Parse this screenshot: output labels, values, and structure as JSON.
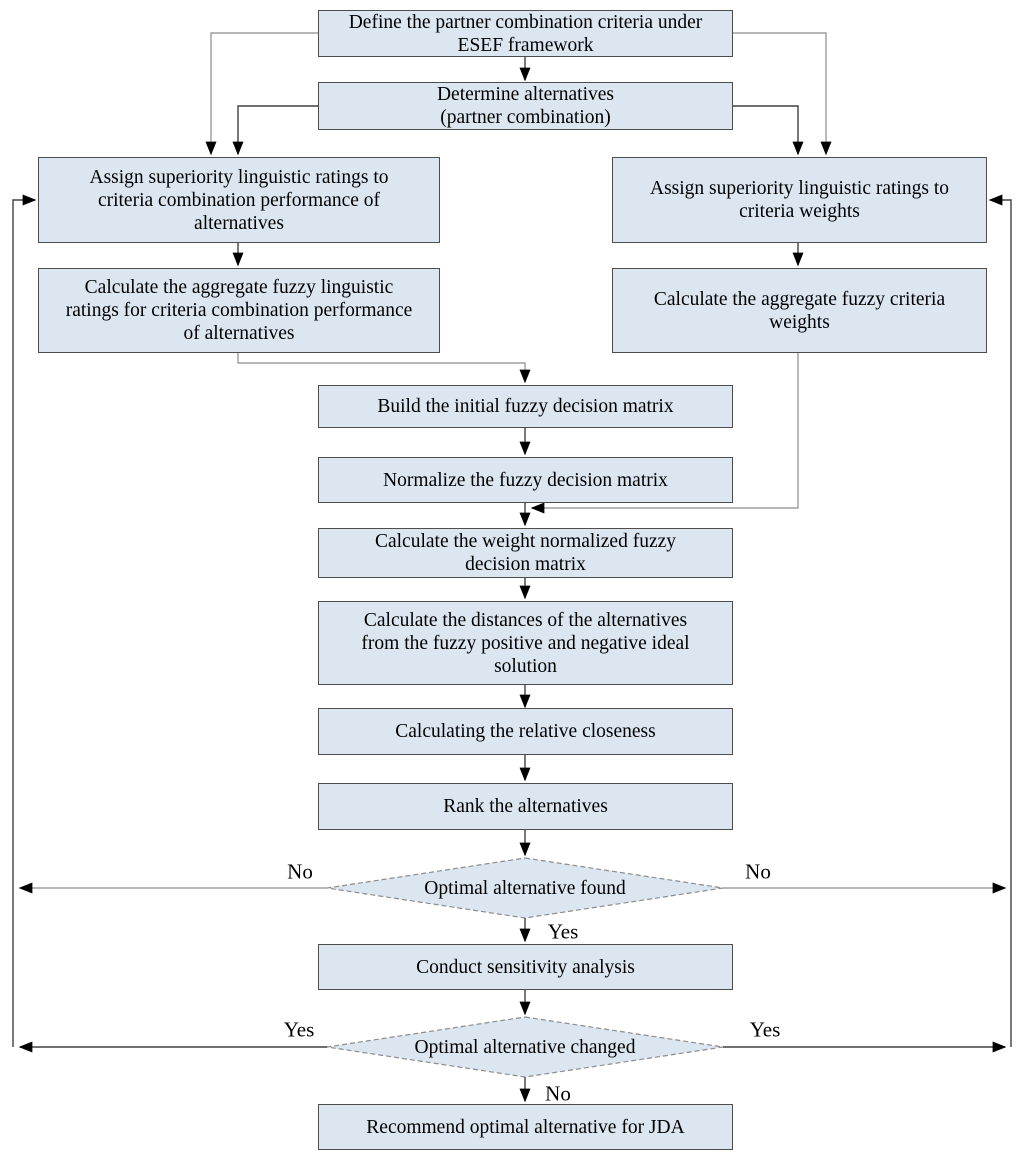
{
  "colors": {
    "box_fill": "#dce6f1",
    "box_border": "#4d4d4d",
    "line_dark": "#404040",
    "line_gray": "#8c8c8c",
    "arrow": "#000000"
  },
  "flowchart": {
    "nodes": {
      "define": {
        "label": "Define the partner combination criteria under\nESEF framework"
      },
      "determine": {
        "label": "Determine alternatives\n(partner combination)"
      },
      "assign_left": {
        "label": "Assign superiority linguistic ratings to\ncriteria combination performance of\nalternatives"
      },
      "assign_right": {
        "label": "Assign superiority linguistic ratings to\ncriteria weights"
      },
      "aggregate_left": {
        "label": "Calculate the aggregate fuzzy linguistic\nratings for criteria combination performance\nof alternatives"
      },
      "aggregate_right": {
        "label": "Calculate the aggregate fuzzy  criteria\nweights"
      },
      "build": {
        "label": "Build the initial fuzzy decision matrix"
      },
      "normalize": {
        "label": "Normalize the fuzzy decision matrix"
      },
      "weight_norm": {
        "label": "Calculate the weight normalized fuzzy\ndecision matrix"
      },
      "distances": {
        "label": "Calculate the distances of the alternatives\nfrom the fuzzy positive and negative ideal\nsolution"
      },
      "closeness": {
        "label": "Calculating the relative closeness"
      },
      "rank": {
        "label": "Rank the alternatives"
      },
      "decision_found": {
        "label": "Optimal alternative found"
      },
      "sensitivity": {
        "label": "Conduct sensitivity analysis"
      },
      "decision_changed": {
        "label": "Optimal alternative changed"
      },
      "recommend": {
        "label": "Recommend optimal alternative for JDA"
      }
    },
    "edge_labels": {
      "found_no_left": "No",
      "found_no_right": "No",
      "found_yes_down": "Yes",
      "changed_yes_left": "Yes",
      "changed_yes_right": "Yes",
      "changed_no_down": "No"
    }
  }
}
